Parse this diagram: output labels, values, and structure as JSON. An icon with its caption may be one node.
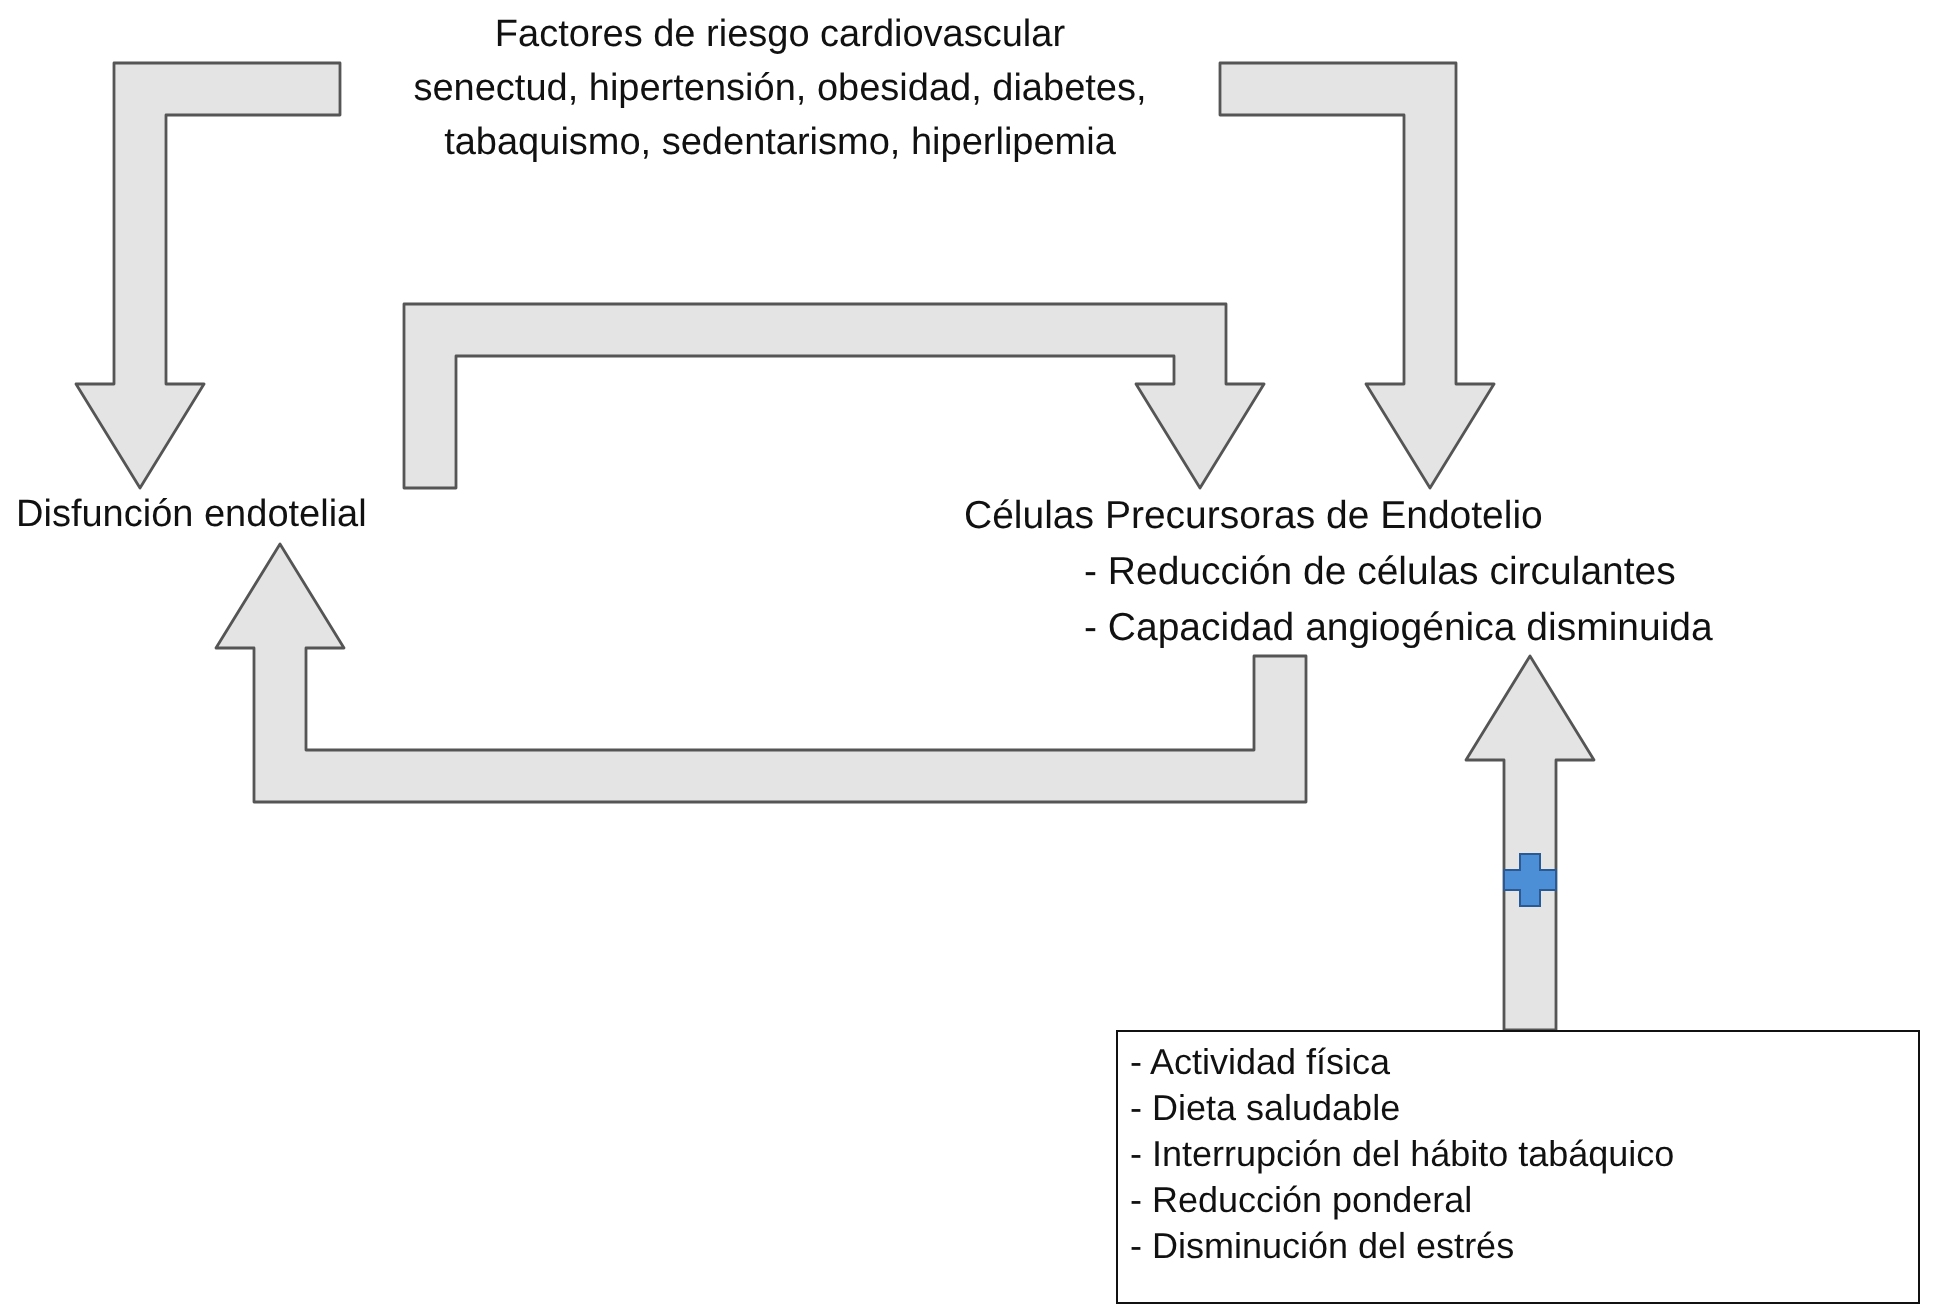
{
  "diagram": {
    "nodes": [
      {
        "text": [
          "Factores de riesgo cardiovascular",
          "senectud, hipertensión, obesidad, diabetes, tabaquismo, sedentarismo, hiperlipemia"
        ]
      },
      {
        "text": [
          "Disfunción endotelial"
        ]
      },
      {
        "text": [
          "Células Precursoras de Endotelio",
          "- Reducción de células circulantes",
          "- Capacidad angiogénica disminuida"
        ]
      },
      {
        "text": [
          "- Actividad física",
          "- Dieta saludable",
          "- Interrupción del hábito tabáquico",
          "- Reducción ponderal",
          "- Disminución del estrés"
        ]
      }
    ],
    "edges": [
      {
        "from": 0,
        "to": 1,
        "arrow": "to"
      },
      {
        "from": 0,
        "to": 2,
        "arrow": "to"
      },
      {
        "from": 1,
        "to": 2,
        "arrow": "to"
      },
      {
        "from": 2,
        "to": 1,
        "arrow": "to"
      },
      {
        "from": 3,
        "to": 2,
        "arrow": "to"
      }
    ]
  }
}
